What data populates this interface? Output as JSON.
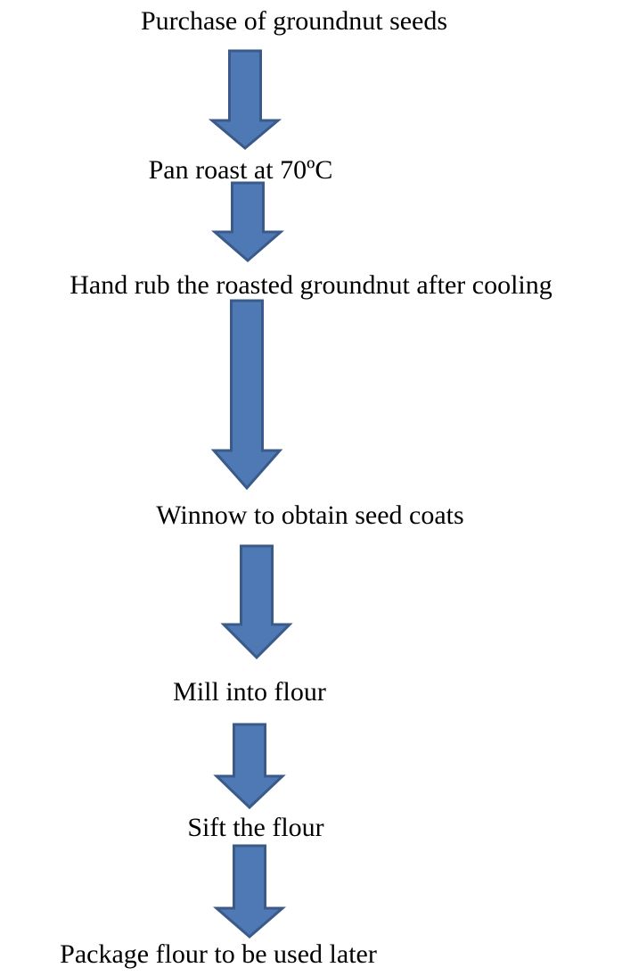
{
  "steps": [
    {
      "label": "Purchase of groundnut seeds"
    },
    {
      "label": "Pan roast at 70ºC"
    },
    {
      "label": "Hand rub the roasted groundnut after cooling"
    },
    {
      "label": "Winnow to obtain seed coats"
    },
    {
      "label": "Mill into flour"
    },
    {
      "label": "Sift the flour"
    },
    {
      "label": "Package flour to be used later"
    }
  ],
  "colors": {
    "arrow_fill": "#4f79b5",
    "arrow_stroke": "#3a5a8a"
  }
}
